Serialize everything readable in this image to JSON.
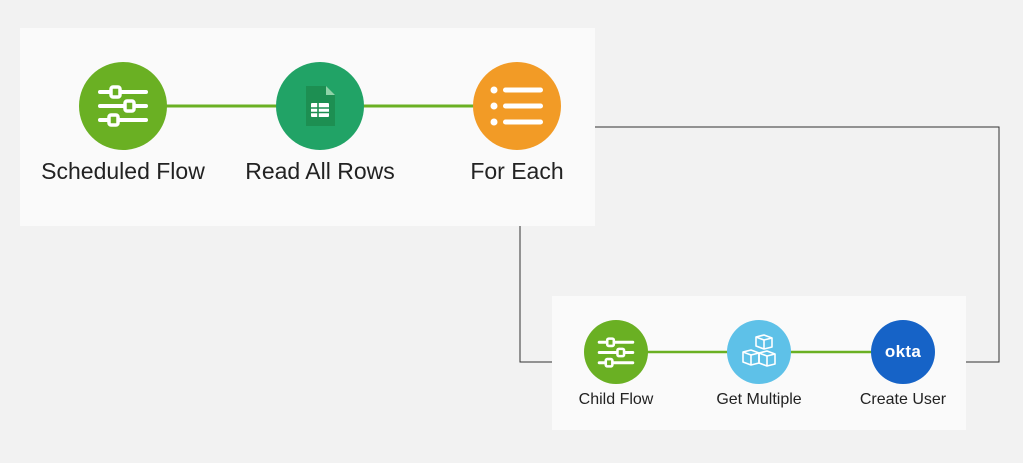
{
  "colors": {
    "background": "#f2f2f2",
    "panel": "#fafafa",
    "flow_line": "#6ab023",
    "loop_line": "#333333",
    "scheduled_flow": "#6ab023",
    "read_all_rows": "#21a366",
    "for_each": "#f29b26",
    "child_flow": "#6ab023",
    "get_multiple": "#5ec1e8",
    "create_user": "#1663c7"
  },
  "main_flow": {
    "nodes": [
      {
        "label": "Scheduled Flow",
        "icon": "sliders-icon"
      },
      {
        "label": "Read All Rows",
        "icon": "google-sheets-icon"
      },
      {
        "label": "For Each",
        "icon": "list-icon"
      }
    ]
  },
  "child_flow": {
    "nodes": [
      {
        "label": "Child Flow",
        "icon": "sliders-icon"
      },
      {
        "label": "Get Multiple",
        "icon": "cubes-icon"
      },
      {
        "label": "Create User",
        "icon": "okta-icon",
        "logo_text": "okta"
      }
    ]
  }
}
